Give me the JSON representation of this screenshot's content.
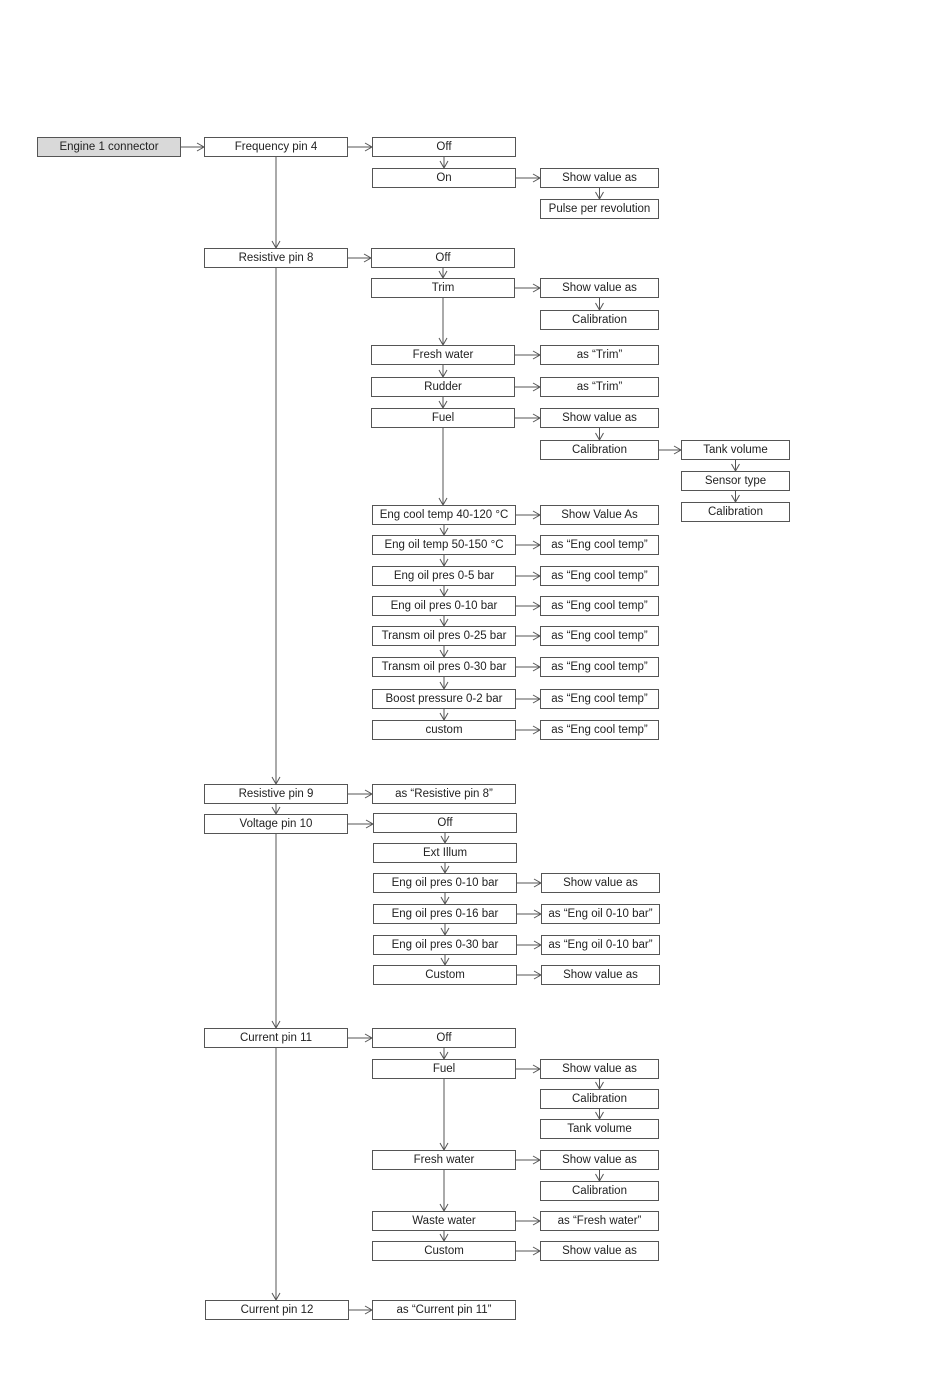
{
  "nodes": {
    "engine1": "Engine 1 connector",
    "freq4": "Frequency pin 4",
    "f_off": "Off",
    "f_on": "On",
    "f_show": "Show value as",
    "f_ppr": "Pulse per revolution",
    "res8": "Resistive pin 8",
    "r8_off": "Off",
    "r8_trim": "Trim",
    "r8_trim_show": "Show value as",
    "r8_trim_cal": "Calibration",
    "r8_fresh": "Fresh water",
    "r8_fresh_as": "as “Trim”",
    "r8_rudder": "Rudder",
    "r8_rudder_as": "as “Trim”",
    "r8_fuel": "Fuel",
    "r8_fuel_show": "Show value as",
    "r8_fuel_cal": "Calibration",
    "r8_tank": "Tank volume",
    "r8_sensor": "Sensor type",
    "r8_cal2": "Calibration",
    "r8_ect": "Eng cool temp 40-120 °C",
    "r8_ect_show": "Show Value As",
    "r8_eot": "Eng oil temp 50-150 °C",
    "r8_eot_as": "as “Eng cool temp”",
    "r8_eop5": "Eng oil pres 0-5 bar",
    "r8_eop5_as": "as “Eng cool temp”",
    "r8_eop10": "Eng oil pres 0-10 bar",
    "r8_eop10_as": "as “Eng cool temp”",
    "r8_top25": "Transm oil pres 0-25 bar",
    "r8_top25_as": "as “Eng cool temp”",
    "r8_top30": "Transm oil pres 0-30 bar",
    "r8_top30_as": "as “Eng cool temp”",
    "r8_boost": "Boost pressure 0-2 bar",
    "r8_boost_as": "as “Eng cool temp”",
    "r8_custom": "custom",
    "r8_custom_as": "as “Eng cool temp”",
    "res9": "Resistive pin 9",
    "res9_as": "as “Resistive pin 8”",
    "volt10": "Voltage pin 10",
    "v_off": "Off",
    "v_ext": "Ext Illum",
    "v_eop10": "Eng oil pres 0-10 bar",
    "v_eop10_show": "Show value as",
    "v_eop16": "Eng oil pres 0-16 bar",
    "v_eop16_as": "as “Eng oil 0-10 bar”",
    "v_eop30": "Eng oil pres 0-30 bar",
    "v_eop30_as": "as “Eng oil 0-10 bar”",
    "v_custom": "Custom",
    "v_custom_show": "Show value as",
    "cur11": "Current pin 11",
    "c_off": "Off",
    "c_fuel": "Fuel",
    "c_fuel_show": "Show value as",
    "c_fuel_cal": "Calibration",
    "c_fuel_tank": "Tank volume",
    "c_fresh": "Fresh water",
    "c_fresh_show": "Show value as",
    "c_fresh_cal": "Calibration",
    "c_waste": "Waste water",
    "c_waste_as": "as “Fresh water”",
    "c_custom": "Custom",
    "c_custom_show": "Show value as",
    "cur12": "Current pin 12",
    "cur12_as": "as “Current pin 11”"
  },
  "colors": {
    "line": "#555555",
    "root_fill": "#d9d9d9",
    "text": "#222222"
  }
}
